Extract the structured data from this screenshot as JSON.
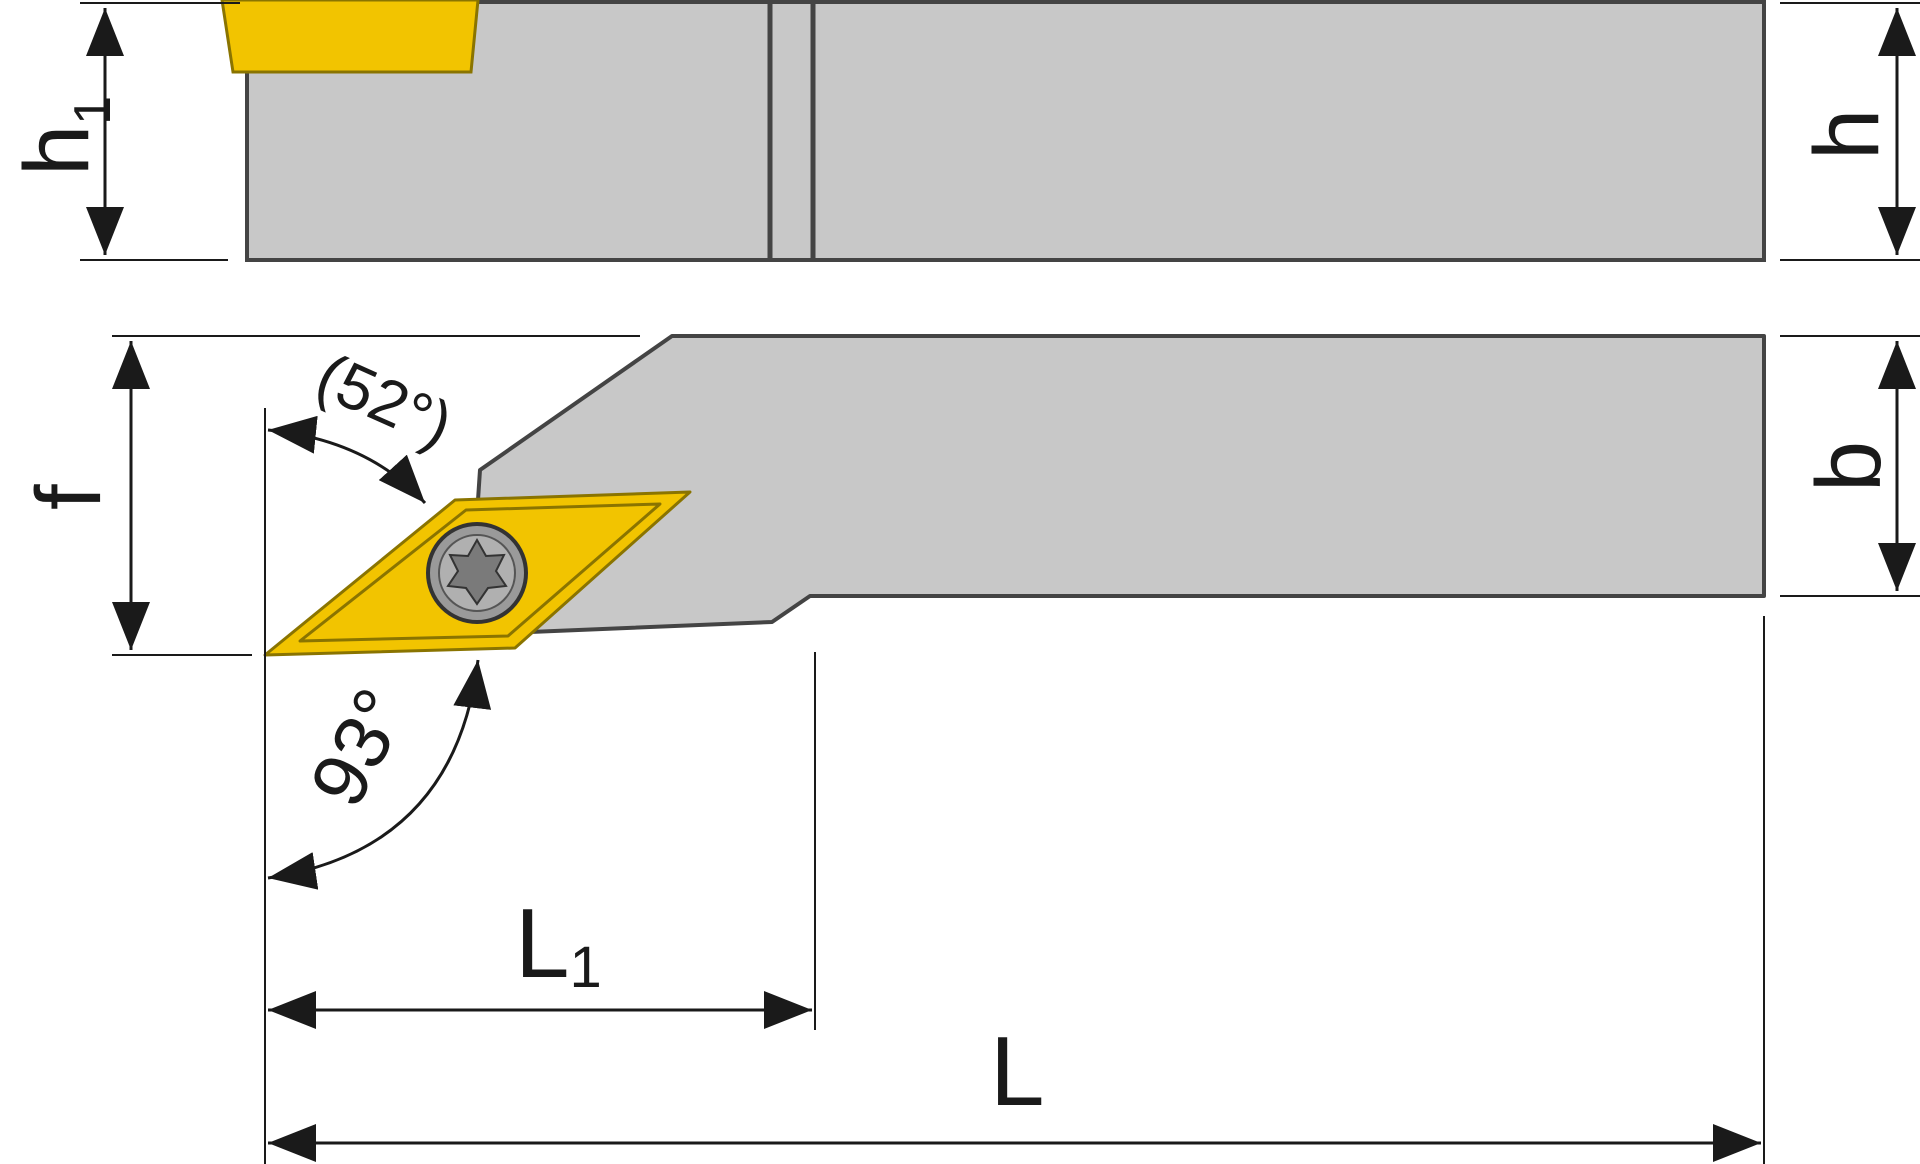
{
  "labels": {
    "h1_main": "h",
    "h1_sub": "1",
    "h": "h",
    "f": "f",
    "b": "b",
    "angle_lead": "(52°)",
    "angle_approach": "93°",
    "L1_main": "L",
    "L1_sub": "1",
    "L": "L"
  },
  "colors": {
    "body": "#c8c8c8",
    "outline": "#444444",
    "insert": "#f2c400",
    "insert_outline": "#8a7400",
    "dimension": "#1a1a1a",
    "screw": "#9a9a9a"
  },
  "icons": {
    "screw": "torx-screw-icon"
  }
}
